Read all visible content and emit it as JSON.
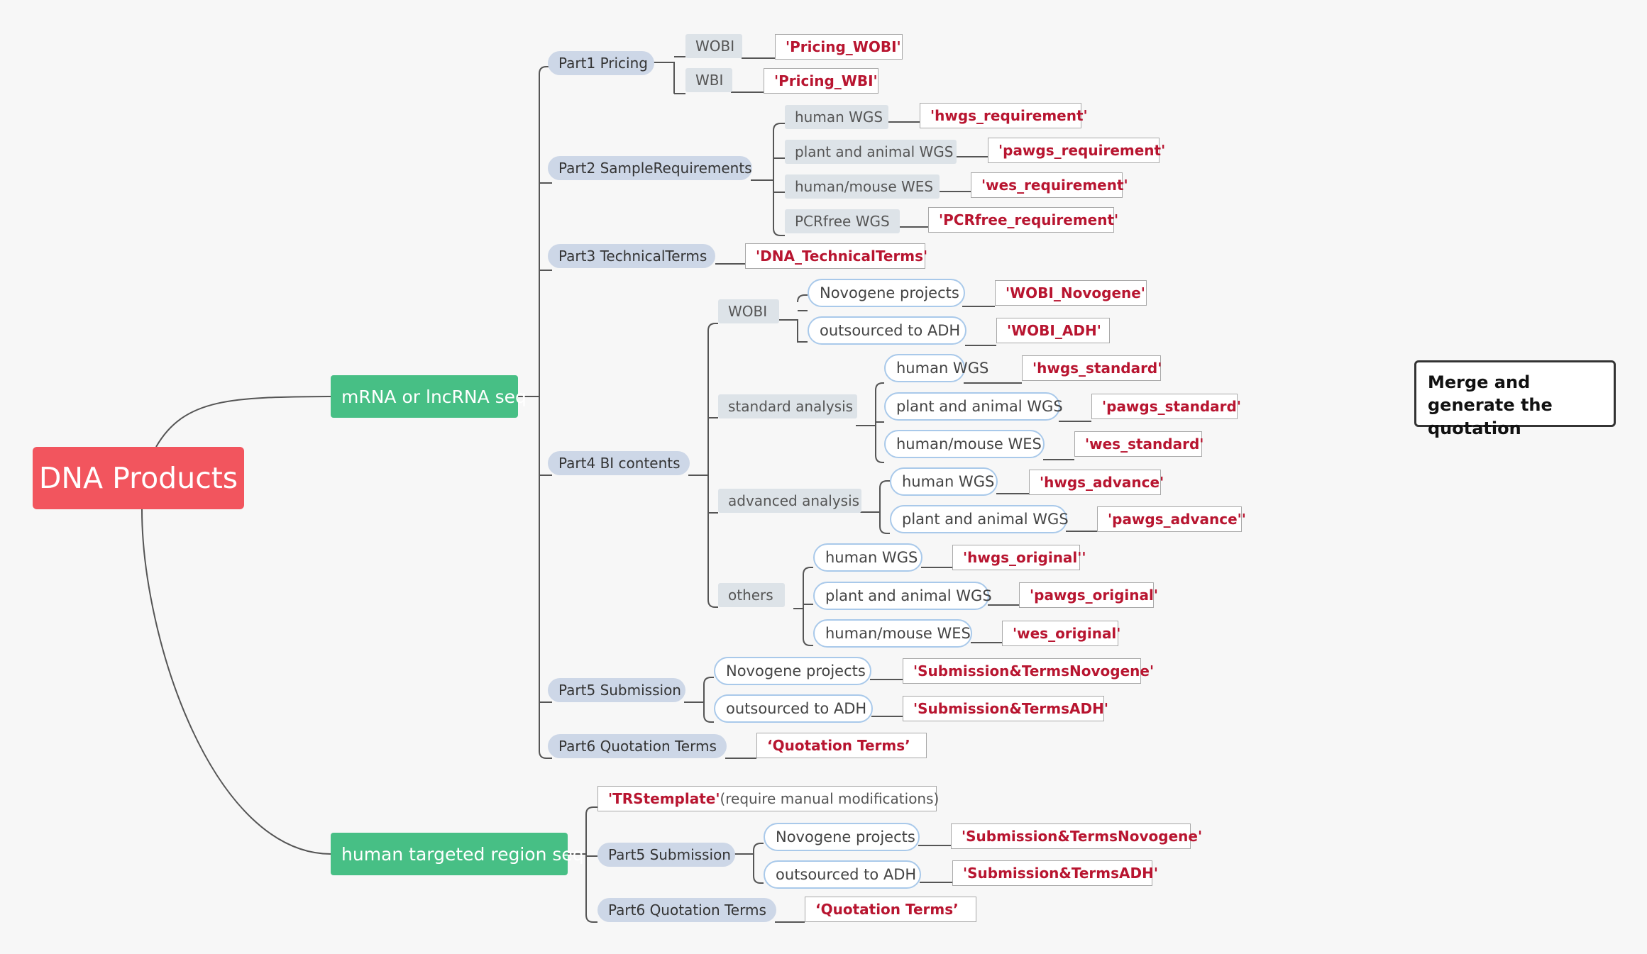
{
  "root": "DNA Products",
  "merge": "Merge and generate the quotation",
  "branches": {
    "mrna": {
      "label": "mRNA or lncRNA seq",
      "p1": {
        "label": "Part1 Pricing",
        "wobi": "WOBI",
        "wobi_tag": "'Pricing_WOBI'",
        "wbi": "WBI",
        "wbi_tag": "'Pricing_WBI'"
      },
      "p2": {
        "label": "Part2 SampleRequirements",
        "items": [
          {
            "label": "human WGS",
            "tag": "'hwgs_requirement'"
          },
          {
            "label": "plant and animal WGS",
            "tag": "'pawgs_requirement'"
          },
          {
            "label": "human/mouse WES",
            "tag": "'wes_requirement'"
          },
          {
            "label": "PCRfree WGS",
            "tag": "'PCRfree_requirement'"
          }
        ]
      },
      "p3": {
        "label": "Part3 TechnicalTerms",
        "tag": "'DNA_TechnicalTerms'"
      },
      "p4": {
        "label": "Part4 BI contents",
        "wobi": {
          "label": "WOBI",
          "items": [
            {
              "label": "Novogene projects",
              "tag": "'WOBI_Novogene'"
            },
            {
              "label": "outsourced to ADH",
              "tag": "'WOBI_ADH'"
            }
          ]
        },
        "standard": {
          "label": "standard analysis",
          "items": [
            {
              "label": "human WGS",
              "tag": "'hwgs_standard'"
            },
            {
              "label": "plant and animal WGS",
              "tag": "'pawgs_standard'"
            },
            {
              "label": "human/mouse WES",
              "tag": "'wes_standard'"
            }
          ]
        },
        "advanced": {
          "label": "advanced analysis",
          "items": [
            {
              "label": "human WGS",
              "tag": "'hwgs_advance'"
            },
            {
              "label": "plant and animal WGS",
              "tag": "'pawgs_advance''"
            }
          ]
        },
        "others": {
          "label": "others",
          "items": [
            {
              "label": "human WGS",
              "tag": "'hwgs_original''"
            },
            {
              "label": "plant and animal WGS",
              "tag": "'pawgs_original'"
            },
            {
              "label": "human/mouse WES",
              "tag": "'wes_original'"
            }
          ]
        }
      },
      "p5": {
        "label": "Part5 Submission",
        "items": [
          {
            "label": "Novogene projects",
            "tag": "'Submission&TermsNovogene'"
          },
          {
            "label": "outsourced to ADH",
            "tag": "'Submission&TermsADH'"
          }
        ]
      },
      "p6": {
        "label": "Part6 Quotation Terms",
        "tag": "‘Quotation Terms’"
      }
    },
    "htr": {
      "label": "human targeted region seq",
      "template_tag": "'TRStemplate'",
      "template_note": " (require manual modifications)",
      "p5": {
        "label": "Part5 Submission",
        "items": [
          {
            "label": "Novogene projects",
            "tag": "'Submission&TermsNovogene'"
          },
          {
            "label": "outsourced to ADH",
            "tag": "'Submission&TermsADH'"
          }
        ]
      },
      "p6": {
        "label": "Part6 Quotation Terms",
        "tag": "‘Quotation Terms’"
      }
    }
  }
}
